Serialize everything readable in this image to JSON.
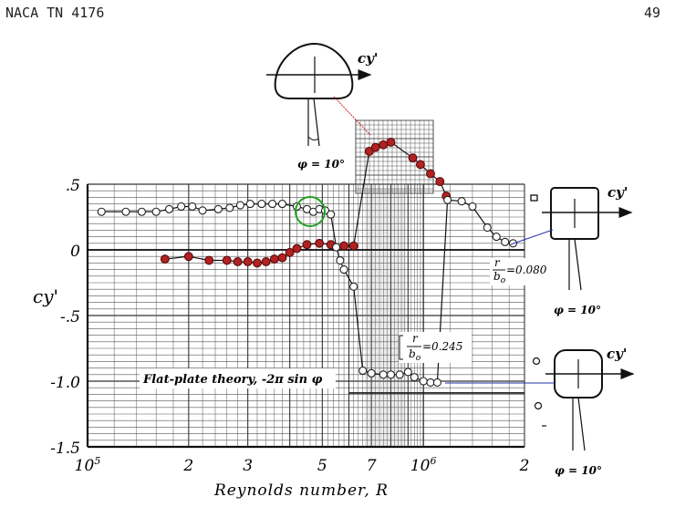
{
  "header": {
    "report_id": "NACA TN 4176",
    "page_number": "49"
  },
  "chart_data": {
    "type": "scatter",
    "title": "",
    "xlabel": "Reynolds number, R",
    "ylabel": "cy'",
    "x_scale": "log",
    "xlim": [
      100000,
      2000000
    ],
    "ylim": [
      -1.5,
      0.5
    ],
    "x_ticks": [
      {
        "value": 100000,
        "label": "10^5"
      },
      {
        "value": 200000,
        "label": "2"
      },
      {
        "value": 300000,
        "label": "3"
      },
      {
        "value": 500000,
        "label": "5"
      },
      {
        "value": 700000,
        "label": "7"
      },
      {
        "value": 1000000,
        "label": "10^6"
      },
      {
        "value": 2000000,
        "label": "2"
      }
    ],
    "y_ticks": [
      {
        "value": 0.5,
        "label": ".5"
      },
      {
        "value": 0,
        "label": "0"
      },
      {
        "value": -0.5,
        "label": "-.5"
      },
      {
        "value": -1.0,
        "label": "-1.0"
      },
      {
        "value": -1.5,
        "label": "-1.5"
      }
    ],
    "grid": true,
    "colors": {
      "filled_marker": "#b22222",
      "open_marker": "#222222",
      "highlight_circle": "#22a022",
      "leader_red": "#cc2222",
      "leader_blue": "#2233aa"
    },
    "series": [
      {
        "marker": "filled-circle",
        "points": [
          {
            "x": 170000,
            "y": -0.07
          },
          {
            "x": 200000,
            "y": -0.05
          },
          {
            "x": 230000,
            "y": -0.08
          },
          {
            "x": 260000,
            "y": -0.08
          },
          {
            "x": 280000,
            "y": -0.09
          },
          {
            "x": 300000,
            "y": -0.09
          },
          {
            "x": 320000,
            "y": -0.1
          },
          {
            "x": 340000,
            "y": -0.09
          },
          {
            "x": 360000,
            "y": -0.07
          },
          {
            "x": 380000,
            "y": -0.06
          },
          {
            "x": 400000,
            "y": -0.02
          },
          {
            "x": 420000,
            "y": 0.01
          },
          {
            "x": 450000,
            "y": 0.04
          },
          {
            "x": 490000,
            "y": 0.05
          },
          {
            "x": 530000,
            "y": 0.04
          },
          {
            "x": 580000,
            "y": 0.03
          },
          {
            "x": 620000,
            "y": 0.03
          },
          {
            "x": 690000,
            "y": 0.75
          },
          {
            "x": 720000,
            "y": 0.78
          },
          {
            "x": 760000,
            "y": 0.8
          },
          {
            "x": 800000,
            "y": 0.82
          },
          {
            "x": 930000,
            "y": 0.7
          },
          {
            "x": 980000,
            "y": 0.65
          },
          {
            "x": 1050000,
            "y": 0.58
          },
          {
            "x": 1120000,
            "y": 0.52
          },
          {
            "x": 1170000,
            "y": 0.41
          }
        ]
      },
      {
        "marker": "open-circle",
        "points": [
          {
            "x": 110000,
            "y": 0.29
          },
          {
            "x": 130000,
            "y": 0.29
          },
          {
            "x": 145000,
            "y": 0.29
          },
          {
            "x": 160000,
            "y": 0.29
          },
          {
            "x": 175000,
            "y": 0.31
          },
          {
            "x": 190000,
            "y": 0.33
          },
          {
            "x": 205000,
            "y": 0.33
          },
          {
            "x": 220000,
            "y": 0.3
          },
          {
            "x": 245000,
            "y": 0.31
          },
          {
            "x": 265000,
            "y": 0.32
          },
          {
            "x": 285000,
            "y": 0.34
          },
          {
            "x": 305000,
            "y": 0.35
          },
          {
            "x": 330000,
            "y": 0.35
          },
          {
            "x": 355000,
            "y": 0.35
          },
          {
            "x": 380000,
            "y": 0.35
          },
          {
            "x": 420000,
            "y": 0.33
          },
          {
            "x": 450000,
            "y": 0.31
          },
          {
            "x": 470000,
            "y": 0.29
          },
          {
            "x": 490000,
            "y": 0.31
          },
          {
            "x": 510000,
            "y": 0.3
          },
          {
            "x": 530000,
            "y": 0.27
          },
          {
            "x": 550000,
            "y": 0.02
          },
          {
            "x": 565000,
            "y": -0.08
          },
          {
            "x": 580000,
            "y": -0.15
          },
          {
            "x": 620000,
            "y": -0.28
          },
          {
            "x": 660000,
            "y": -0.92
          },
          {
            "x": 700000,
            "y": -0.94
          },
          {
            "x": 760000,
            "y": -0.95
          },
          {
            "x": 800000,
            "y": -0.95
          },
          {
            "x": 850000,
            "y": -0.95
          },
          {
            "x": 900000,
            "y": -0.93
          },
          {
            "x": 940000,
            "y": -0.97
          },
          {
            "x": 1000000,
            "y": -1.0
          },
          {
            "x": 1050000,
            "y": -1.01
          },
          {
            "x": 1100000,
            "y": -1.01
          },
          {
            "x": 1180000,
            "y": 0.38
          },
          {
            "x": 1300000,
            "y": 0.37
          },
          {
            "x": 1400000,
            "y": 0.33
          },
          {
            "x": 1550000,
            "y": 0.17
          },
          {
            "x": 1650000,
            "y": 0.1
          },
          {
            "x": 1750000,
            "y": 0.06
          },
          {
            "x": 1850000,
            "y": 0.05
          }
        ]
      }
    ],
    "reference_lines": [
      {
        "name": "flat-plate-theory",
        "y": -1.09,
        "x_from": 600000,
        "x_to": 2000000
      }
    ],
    "annotations": {
      "flat_plate": "Flat-plate theory, -2π sin φ",
      "ratio_high": "r/b0 = 0.080",
      "ratio_low": "r/b0 = 0.245",
      "ratio_label_r": "r",
      "ratio_label_b": "b",
      "ratio_label_sub": "o",
      "ratio_high_value": "=0.080",
      "ratio_low_value": "=0.245",
      "cy_label": "cy'",
      "phi_label": "φ = 10°"
    }
  }
}
